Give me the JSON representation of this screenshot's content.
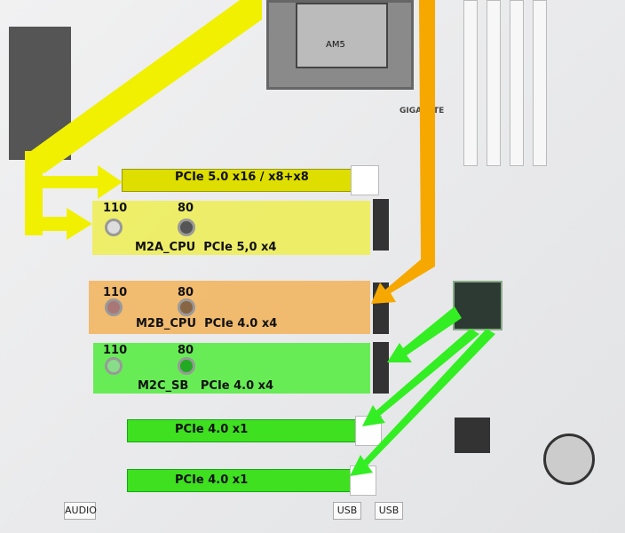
{
  "pcie_x16": {
    "label": "PCIe 5.0 x16 / x8+x8",
    "color": "#e8e800"
  },
  "m2a": {
    "len_110": "110",
    "len_80": "80",
    "label": "M2A_CPU  PCIe 5,0 x4",
    "color": "#eeee55"
  },
  "m2b": {
    "len_110": "110",
    "len_80": "80",
    "label": "M2B_CPU  PCIe 4.0 x4",
    "color": "#f3b45a"
  },
  "m2c": {
    "len_110": "110",
    "len_80": "80",
    "label": "M2C_SB   PCIe 4.0 x4",
    "color": "#55ee44"
  },
  "pcie_x1_1": {
    "label": "PCIe 4.0 x1"
  },
  "pcie_x1_2": {
    "label": "PCIe 4.0 x1"
  },
  "socket_label": "AM5",
  "brand": "GIGABYTE",
  "headers": {
    "audio": "AUDIO",
    "usb1": "USB",
    "usb2": "USB"
  },
  "arrow_colors": {
    "cpu_pcie": "#f0f000",
    "cpu_m2b": "#f7a800",
    "chipset": "#33ee22"
  }
}
